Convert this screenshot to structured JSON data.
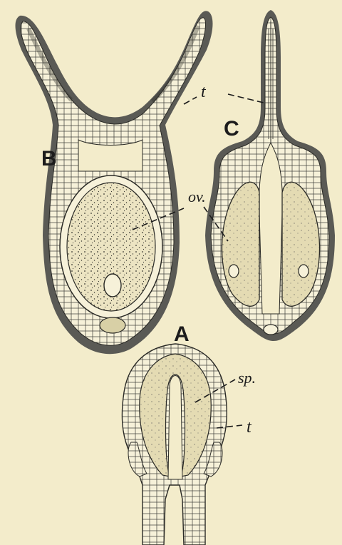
{
  "figure": {
    "labels": {
      "A": "A",
      "B": "B",
      "C": "C",
      "t_top": "t",
      "ov": "ov.",
      "sp": "sp.",
      "t_bottom": "t"
    },
    "colors": {
      "background": "#f3eccb",
      "ink": "#1c1c1c",
      "epidermis": "#5a5a55",
      "cell_fill": "#f6f1d9",
      "tissue_fill": "#e8dfb8",
      "inner_tissue": "#ddd5ab"
    }
  }
}
